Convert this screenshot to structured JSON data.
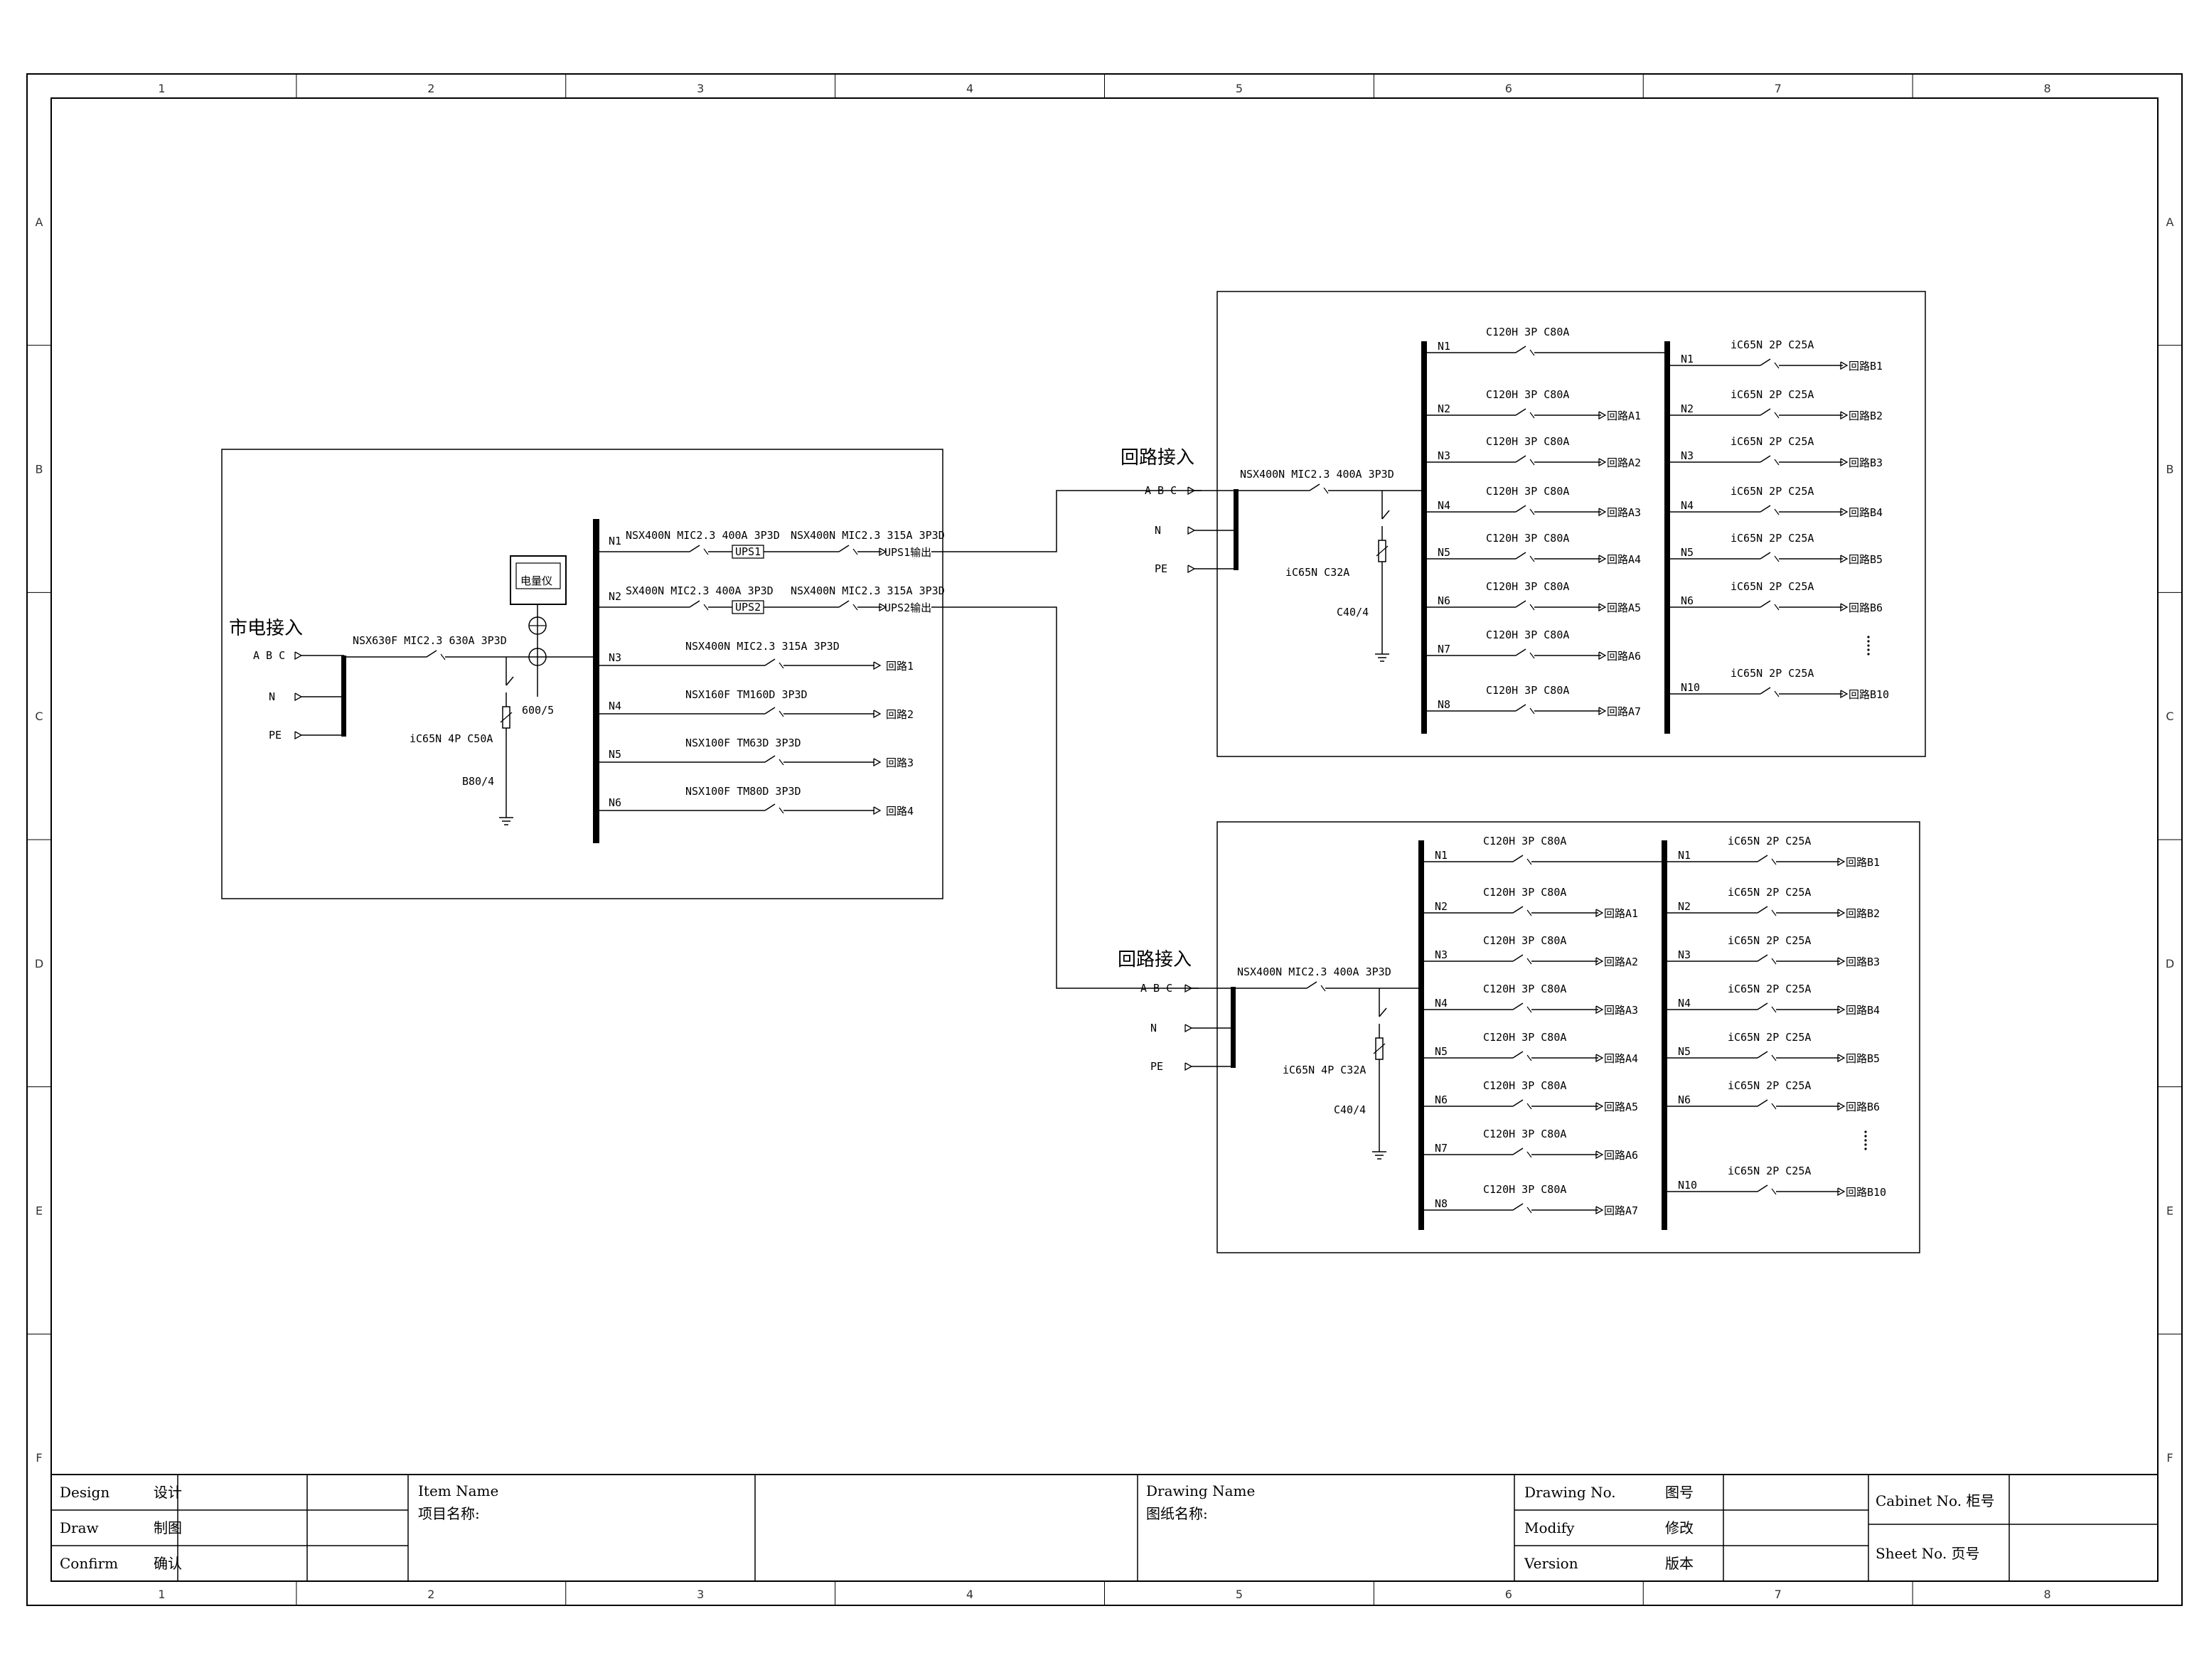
{
  "border": {
    "columns": [
      "1",
      "2",
      "3",
      "4",
      "5",
      "6",
      "7",
      "8"
    ],
    "rows": [
      "A",
      "B",
      "C",
      "D",
      "E",
      "F"
    ]
  },
  "main_panel": {
    "title": "市电接入",
    "phases": [
      "A B C",
      "N",
      "PE"
    ],
    "main_breaker": "NSX630F MIC2.3 630A 3P3D",
    "spd_breaker": "iC65N 4P C50A",
    "spd": "B80/4",
    "meter": "电量仪",
    "ct": "600/5",
    "feeders": [
      {
        "bus": "N1",
        "breaker": "NSX400N MIC2.3 400A 3P3D",
        "ups": "UPS1",
        "breaker2": "NSX400N MIC2.3 315A 3P3D",
        "out": "UPS1输出"
      },
      {
        "bus": "N2",
        "breaker": "SX400N MIC2.3 400A 3P3D",
        "ups": "UPS2",
        "breaker2": "NSX400N MIC2.3 315A 3P3D",
        "out": "UPS2输出"
      },
      {
        "bus": "N3",
        "breaker": "NSX400N MIC2.3 315A 3P3D",
        "out": "回路1"
      },
      {
        "bus": "N4",
        "breaker": "NSX160F TM160D 3P3D",
        "out": "回路2"
      },
      {
        "bus": "N5",
        "breaker": "NSX100F TM63D 3P3D",
        "out": "回路3"
      },
      {
        "bus": "N6",
        "breaker": "NSX100F TM80D 3P3D",
        "out": "回路4"
      }
    ]
  },
  "sub_panels": [
    {
      "title": "回路接入",
      "phases": [
        "A B C",
        "N",
        "PE"
      ],
      "main_breaker": "NSX400N MIC2.3 400A 3P3D",
      "spd_breaker": "iC65N C32A",
      "spd": "C40/4",
      "bus_a": [
        {
          "label": "N1",
          "breaker": "C120H 3P C80A"
        },
        {
          "label": "N2",
          "breaker": "C120H 3P C80A",
          "out": "回路A1"
        },
        {
          "label": "N3",
          "breaker": "C120H 3P C80A",
          "out": "回路A2"
        },
        {
          "label": "N4",
          "breaker": "C120H 3P C80A",
          "out": "回路A3"
        },
        {
          "label": "N5",
          "breaker": "C120H 3P C80A",
          "out": "回路A4"
        },
        {
          "label": "N6",
          "breaker": "C120H 3P C80A",
          "out": "回路A5"
        },
        {
          "label": "N7",
          "breaker": "C120H 3P C80A",
          "out": "回路A6"
        },
        {
          "label": "N8",
          "breaker": "C120H 3P C80A",
          "out": "回路A7"
        }
      ],
      "bus_b": [
        {
          "label": "N1",
          "breaker": "iC65N 2P C25A",
          "out": "回路B1"
        },
        {
          "label": "N2",
          "breaker": "iC65N 2P C25A",
          "out": "回路B2"
        },
        {
          "label": "N3",
          "breaker": "iC65N 2P C25A",
          "out": "回路B3"
        },
        {
          "label": "N4",
          "breaker": "iC65N 2P C25A",
          "out": "回路B4"
        },
        {
          "label": "N5",
          "breaker": "iC65N 2P C25A",
          "out": "回路B5"
        },
        {
          "label": "N6",
          "breaker": "iC65N 2P C25A",
          "out": "回路B6"
        },
        {
          "label": "N10",
          "breaker": "iC65N 2P C25A",
          "out": "回路B10"
        }
      ]
    },
    {
      "title": "回路接入",
      "phases": [
        "A B C",
        "N",
        "PE"
      ],
      "main_breaker": "NSX400N MIC2.3 400A 3P3D",
      "spd_breaker": "iC65N 4P C32A",
      "spd": "C40/4",
      "bus_a": [
        {
          "label": "N1",
          "breaker": "C120H 3P C80A"
        },
        {
          "label": "N2",
          "breaker": "C120H 3P C80A",
          "out": "回路A1"
        },
        {
          "label": "N3",
          "breaker": "C120H 3P C80A",
          "out": "回路A2"
        },
        {
          "label": "N4",
          "breaker": "C120H 3P C80A",
          "out": "回路A3"
        },
        {
          "label": "N5",
          "breaker": "C120H 3P C80A",
          "out": "回路A4"
        },
        {
          "label": "N6",
          "breaker": "C120H 3P C80A",
          "out": "回路A5"
        },
        {
          "label": "N7",
          "breaker": "C120H 3P C80A",
          "out": "回路A6"
        },
        {
          "label": "N8",
          "breaker": "C120H 3P C80A",
          "out": "回路A7"
        }
      ],
      "bus_b": [
        {
          "label": "N1",
          "breaker": "iC65N 2P C25A",
          "out": "回路B1"
        },
        {
          "label": "N2",
          "breaker": "iC65N 2P C25A",
          "out": "回路B2"
        },
        {
          "label": "N3",
          "breaker": "iC65N 2P C25A",
          "out": "回路B3"
        },
        {
          "label": "N4",
          "breaker": "iC65N 2P C25A",
          "out": "回路B4"
        },
        {
          "label": "N5",
          "breaker": "iC65N 2P C25A",
          "out": "回路B5"
        },
        {
          "label": "N6",
          "breaker": "iC65N 2P C25A",
          "out": "回路B6"
        },
        {
          "label": "N10",
          "breaker": "iC65N 2P C25A",
          "out": "回路B10"
        }
      ]
    }
  ],
  "title_block": {
    "design": "Design",
    "design_cn": "设计",
    "draw": "Draw",
    "draw_cn": "制图",
    "confirm": "Confirm",
    "confirm_cn": "确认",
    "item_name": "Item Name",
    "item_name_cn": "项目名称:",
    "drawing_name": "Drawing Name",
    "drawing_name_cn": "图纸名称:",
    "drawing_no": "Drawing No.",
    "drawing_no_cn": "图号",
    "modify": "Modify",
    "modify_cn": "修改",
    "version": "Version",
    "version_cn": "版本",
    "cabinet_no": "Cabinet No. 柜号",
    "sheet_no": "Sheet No.  页号"
  }
}
